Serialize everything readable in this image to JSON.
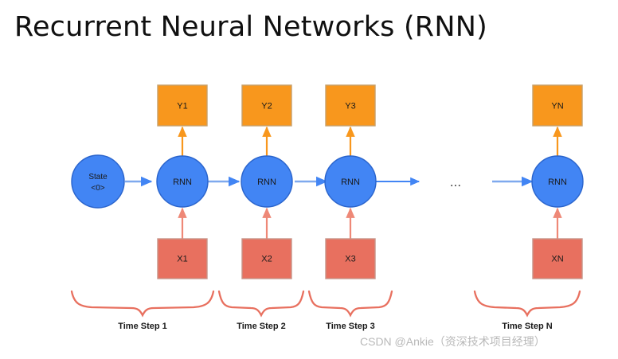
{
  "slide": {
    "title": "Recurrent Neural Networks (RNN)",
    "background_color": "#ffffff",
    "watermark": "CSDN @Ankie（资深技术项目经理）"
  },
  "palette": {
    "rnn_fill": "#4285F4",
    "rnn_stroke": "#2A64CC",
    "output_fill": "#F8971D",
    "output_stroke": "#C7A06A",
    "input_fill": "#E8705F",
    "input_stroke": "#C79488",
    "state_arrow": "#7FA9EE",
    "output_arrow": "#F8971D",
    "input_arrow": "#EE8877",
    "brace": "#E8705F",
    "watermark_color": "#b9b9b9"
  },
  "diagram": {
    "state_node": {
      "label_line1": "State",
      "label_line2": "<0>"
    },
    "ellipsis": "...",
    "columns": [
      {
        "output": "Y1",
        "cell": "RNN",
        "input": "X1",
        "step": "Time Step 1"
      },
      {
        "output": "Y2",
        "cell": "RNN",
        "input": "X2",
        "step": "Time Step 2"
      },
      {
        "output": "Y3",
        "cell": "RNN",
        "input": "X3",
        "step": "Time Step 3"
      },
      {
        "output": "YN",
        "cell": "RNN",
        "input": "XN",
        "step": "Time Step N"
      }
    ]
  }
}
